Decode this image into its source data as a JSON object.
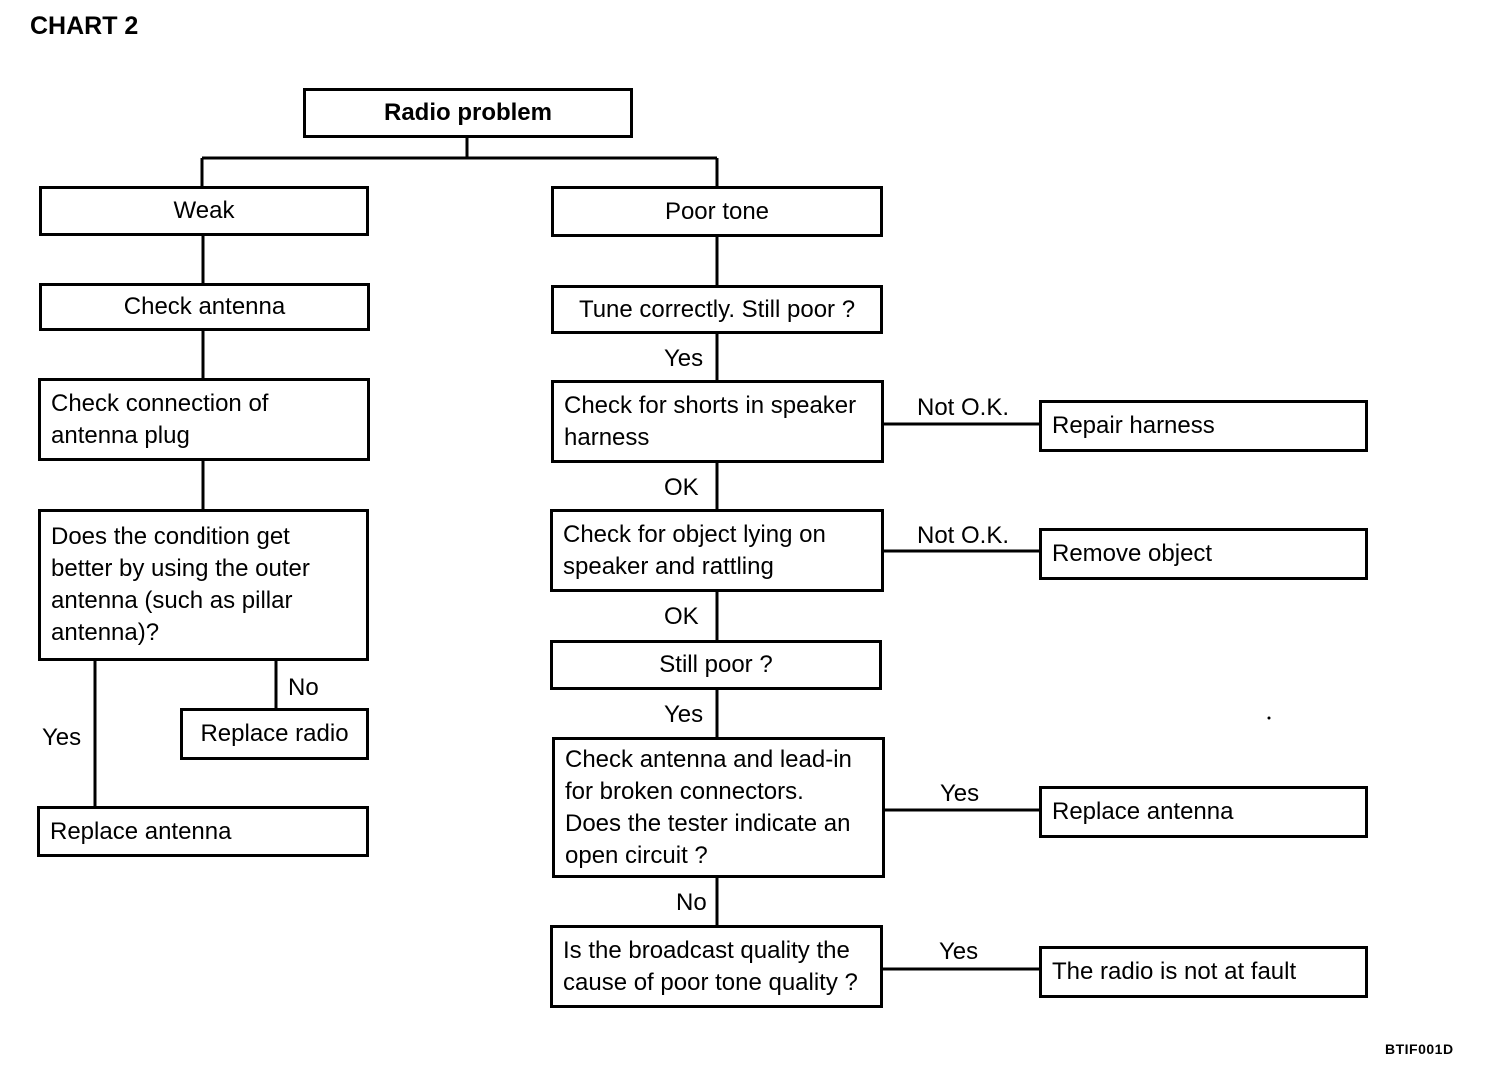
{
  "chart_title": "CHART 2",
  "figure_code": "BTIF001D",
  "nodes": {
    "radio_problem": "Radio problem",
    "weak": "Weak",
    "check_antenna": "Check antenna",
    "check_connection": "Check connection of\nantenna plug",
    "condition_better": "Does the condition get\nbetter by using the outer\nantenna (such as pillar\nantenna)?",
    "replace_radio": "Replace radio",
    "replace_antenna_left": "Replace antenna",
    "poor_tone": "Poor tone",
    "tune_correctly": "Tune correctly. Still poor ?",
    "check_shorts": "Check for shorts in speaker\nharness",
    "repair_harness": "Repair harness",
    "check_object": "Check for object lying on\nspeaker and rattling",
    "remove_object": "Remove object",
    "still_poor": "Still poor ?",
    "check_antenna_leadin": "Check antenna and lead-in\nfor broken connectors.\nDoes the tester indicate an\nopen circuit ?",
    "replace_antenna_right": "Replace antenna",
    "broadcast_quality": "Is the broadcast quality the\ncause of poor tone quality ?",
    "not_at_fault": "The radio is not at fault"
  },
  "edge_labels": {
    "no_replace_radio": "No",
    "yes_replace_antenna_left": "Yes",
    "yes_after_tune": "Yes",
    "not_ok_shorts": "Not O.K.",
    "ok_after_shorts": "OK",
    "not_ok_object": "Not O.K.",
    "ok_after_object": "OK",
    "yes_after_still_poor": "Yes",
    "yes_open_circuit": "Yes",
    "no_open_circuit": "No",
    "yes_broadcast": "Yes"
  }
}
